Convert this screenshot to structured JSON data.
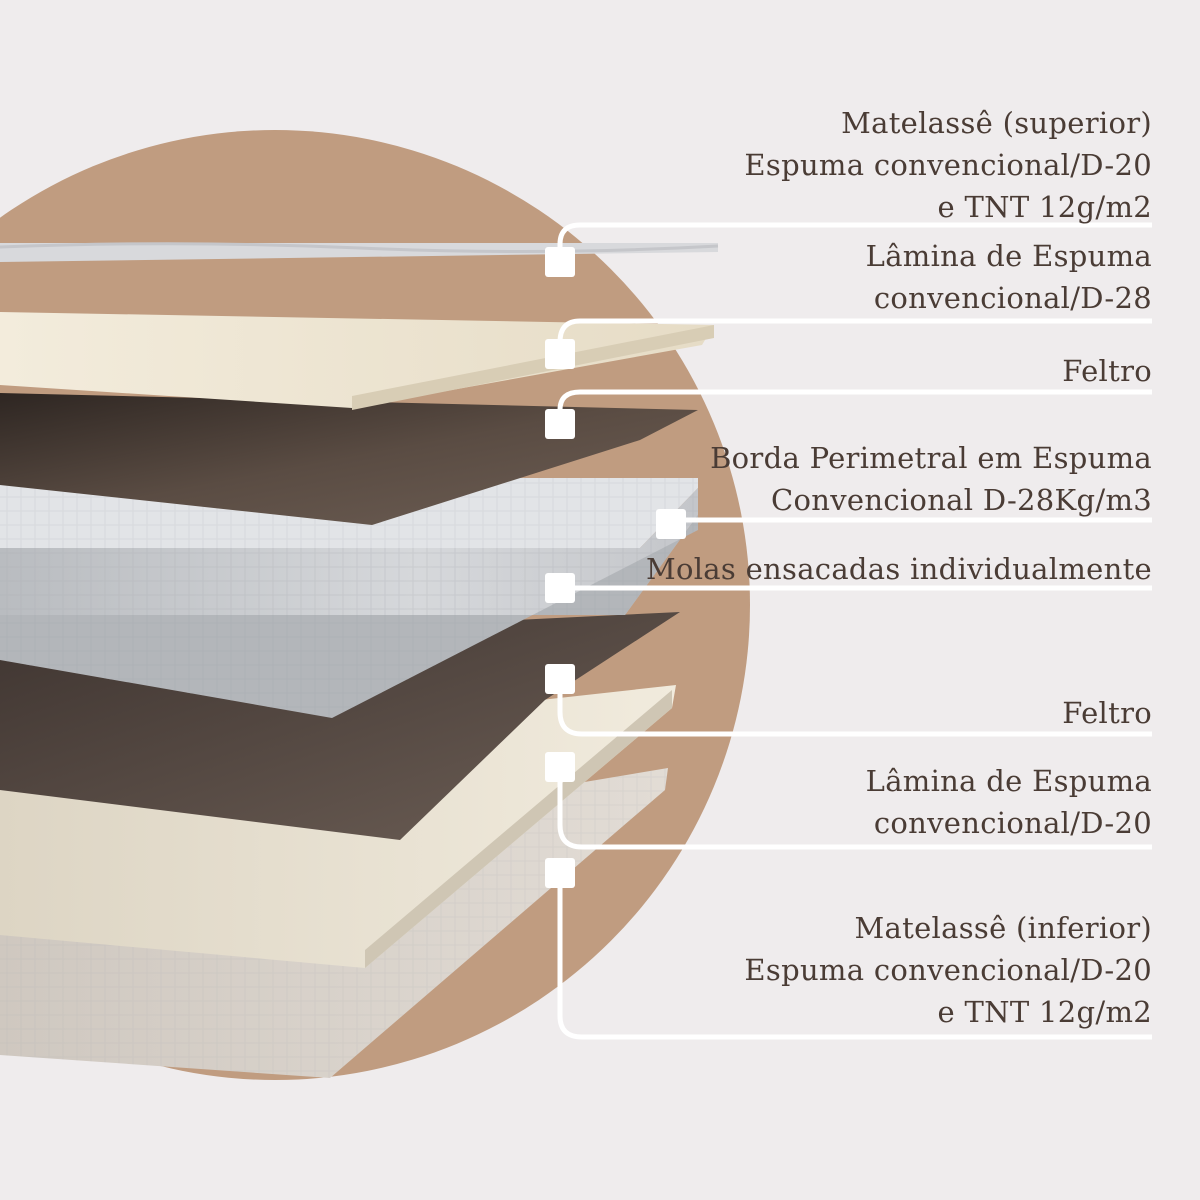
{
  "colors": {
    "background": "#efeced",
    "circle": "#c09c80",
    "text": "#4a3c35",
    "connector": "#ffffff"
  },
  "layers": [
    {
      "name": "matelasse-superior",
      "lines": [
        "Matelassê (superior)",
        "Espuma convencional/D-20",
        "e TNT 12g/m2"
      ]
    },
    {
      "name": "lamina-d28",
      "lines": [
        "Lâmina de Espuma",
        "convencional/D-28"
      ]
    },
    {
      "name": "feltro-top",
      "lines": [
        "Feltro"
      ]
    },
    {
      "name": "borda-perimetral",
      "lines": [
        "Borda Perimetral em Espuma",
        "Convencional D-28Kg/m3"
      ]
    },
    {
      "name": "molas",
      "lines": [
        "Molas ensacadas individualmente"
      ]
    },
    {
      "name": "feltro-bottom",
      "lines": [
        "Feltro"
      ]
    },
    {
      "name": "lamina-d20",
      "lines": [
        "Lâmina de Espuma",
        "convencional/D-20"
      ]
    },
    {
      "name": "matelasse-inferior",
      "lines": [
        "Matelassê (inferior)",
        "Espuma convencional/D-20",
        "e TNT 12g/m2"
      ]
    }
  ]
}
